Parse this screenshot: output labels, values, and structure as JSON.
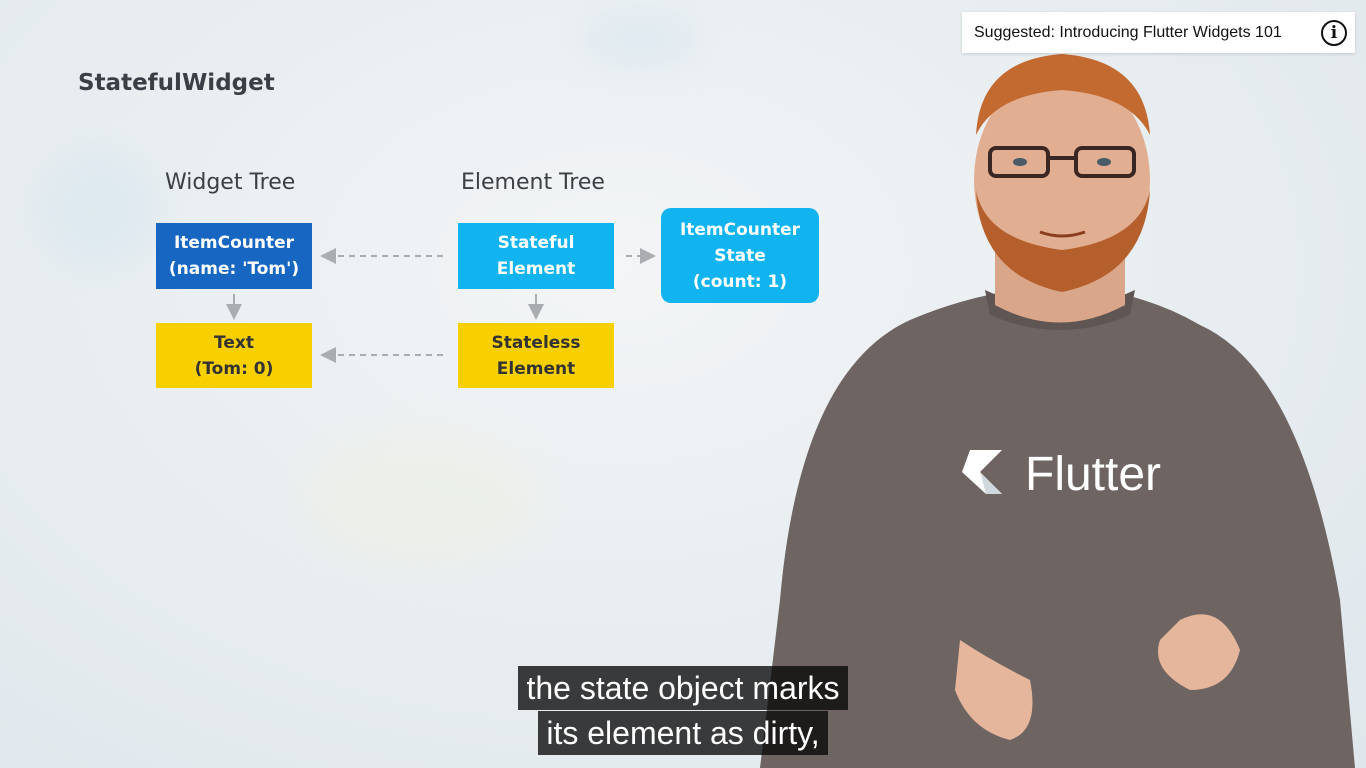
{
  "player": {
    "suggestion_text": "Suggested: Introducing Flutter Widgets 101",
    "info_icon": "info-icon"
  },
  "slide": {
    "title": "StatefulWidget",
    "widget_tree_label": "Widget Tree",
    "element_tree_label": "Element Tree",
    "boxes": {
      "item_counter": "ItemCounter\n(name: 'Tom')",
      "text_widget": "Text\n(Tom: 0)",
      "stateful_element": "Stateful\nElement",
      "stateless_element": "Stateless\nElement",
      "item_counter_state": "ItemCounter\nState\n(count: 1)"
    },
    "colors": {
      "dark_blue": "#1565c0",
      "light_blue": "#03a9f4",
      "yellow": "#fbd200"
    }
  },
  "presenter": {
    "shirt_logo_text": "Flutter"
  },
  "captions": {
    "line1": "the state object marks",
    "line2": "its element as dirty,"
  }
}
